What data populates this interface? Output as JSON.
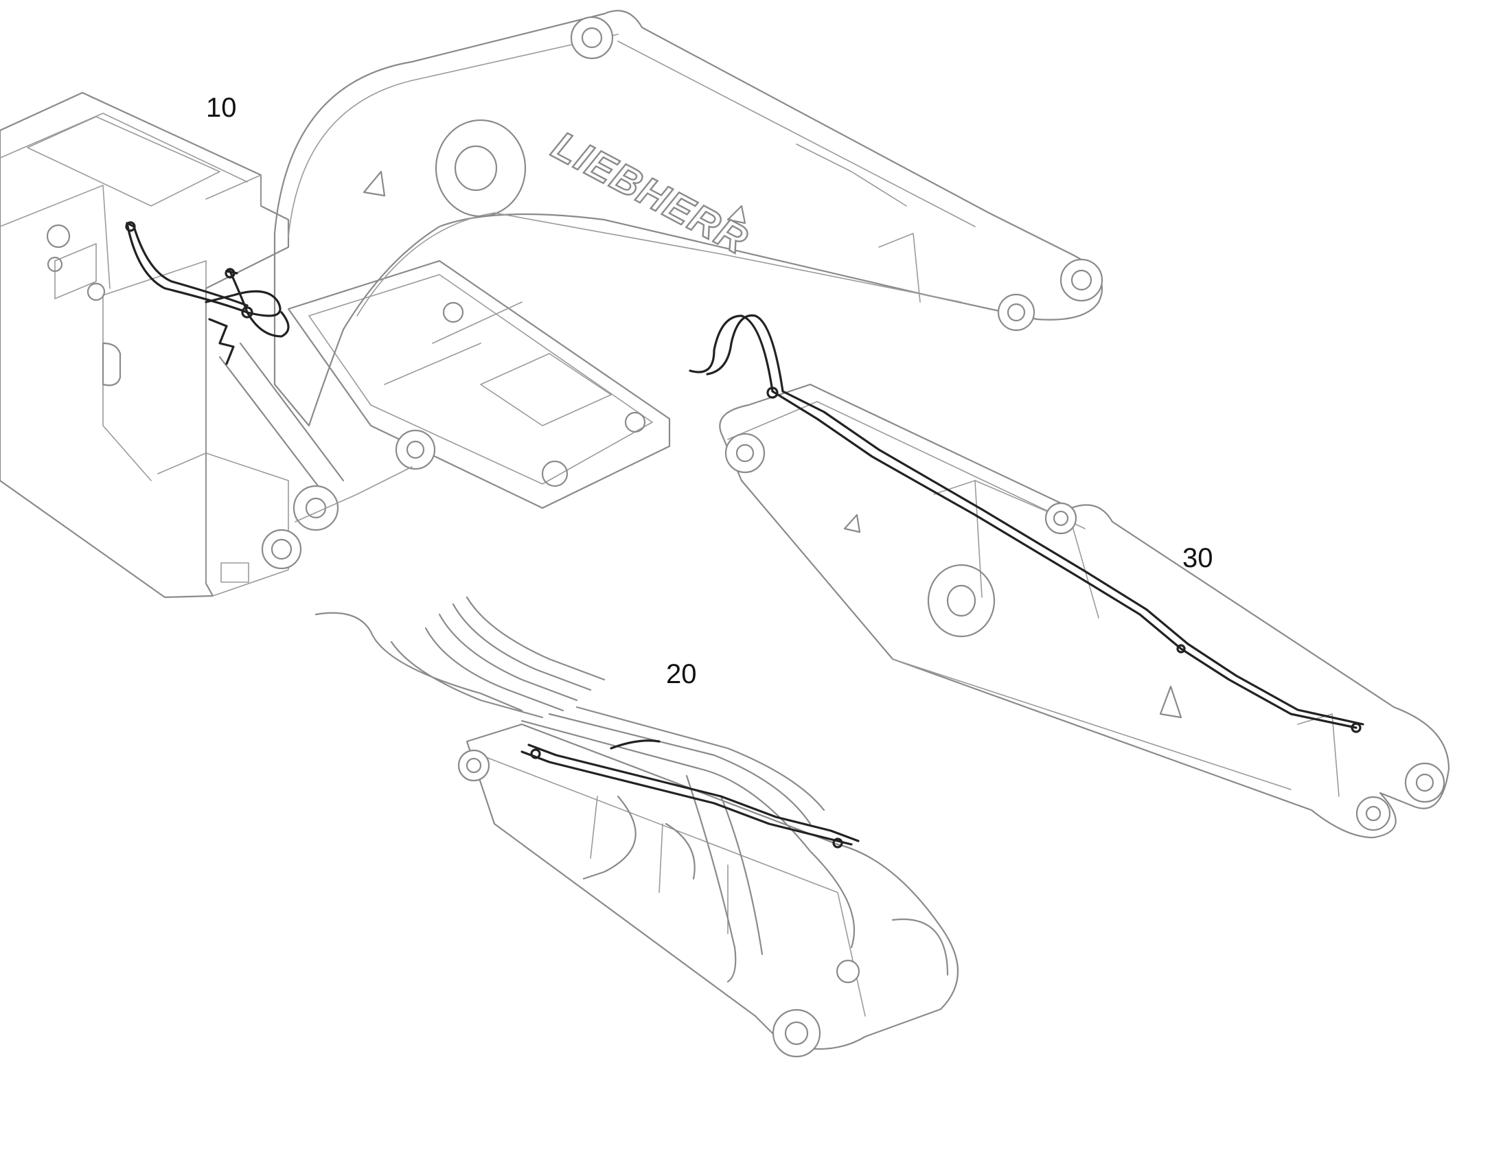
{
  "callouts": {
    "boom_left": "10",
    "arm_bottom": "20",
    "arm_right": "30"
  },
  "logo": "LIEBHERR",
  "colors": {
    "line_art": "#8a8a8a",
    "hose_lines": "#222222",
    "background": "#ffffff"
  }
}
